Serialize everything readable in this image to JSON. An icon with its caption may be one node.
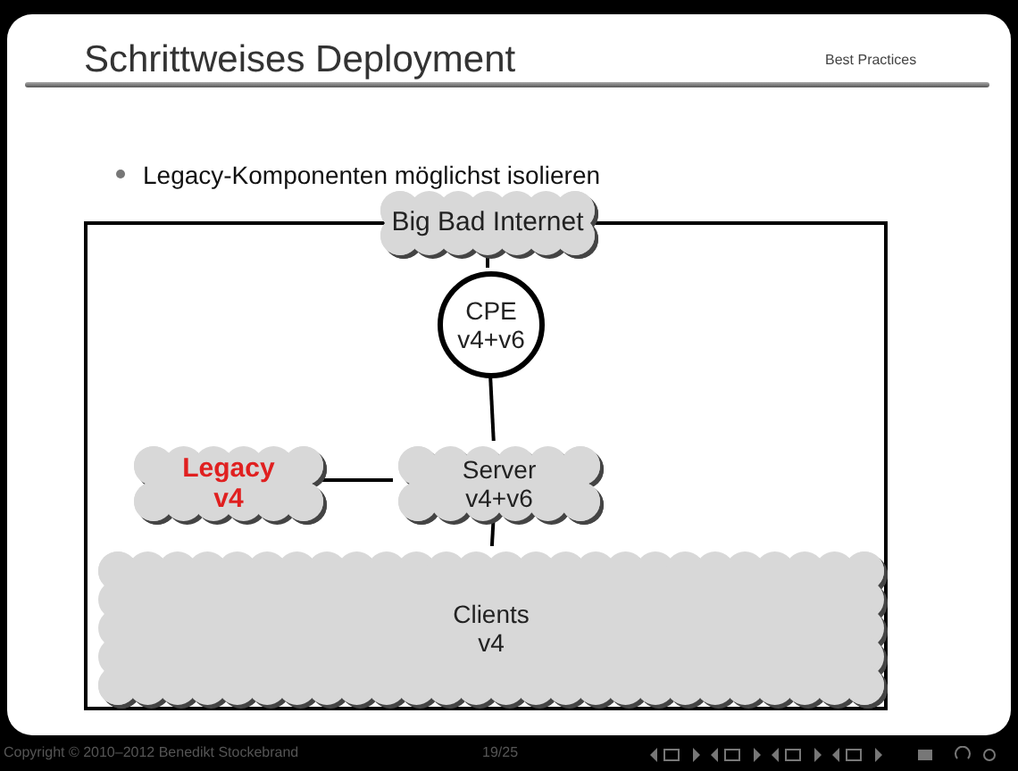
{
  "diagram": {
    "title": "Schrittweises Deployment",
    "nodes": [
      {
        "text": [],
        "shape": "box"
      },
      {
        "text": [
          "Big Bad Internet"
        ]
      },
      {
        "text": [
          "CPE v4+v6"
        ],
        "in": 0
      },
      {
        "text": [
          "Legacy v4"
        ],
        "in": 0
      },
      {
        "text": [
          "Server v4+v6"
        ],
        "in": 0
      },
      {
        "text": [
          "Clients v4"
        ],
        "in": 0
      }
    ],
    "edges": [
      {
        "from": 1,
        "to": 2,
        "arrow": "none"
      },
      {
        "from": 2,
        "to": 4,
        "arrow": "none"
      },
      {
        "from": 3,
        "to": 4,
        "arrow": "none"
      },
      {
        "from": 4,
        "to": 5,
        "arrow": "none"
      }
    ],
    "labels": [
      "Best Practices",
      "Legacy-Komponenten möglichst isolieren",
      "Copyright © 2010–2012 Benedikt Stockebrand",
      "19/25"
    ]
  }
}
